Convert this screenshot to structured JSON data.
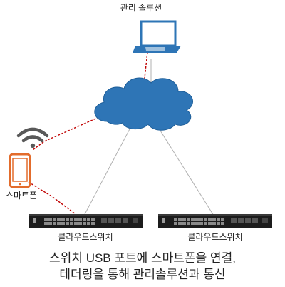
{
  "diagram": {
    "laptop_label": "관리 솔루션",
    "phone_label": "스마트폰",
    "switch_left_label": "클라우드스위치",
    "switch_right_label": "클라우드스위치",
    "caption_line1": "스위치 USB 포트에 스마트폰을 연결,",
    "caption_line2": "테더링을 통해 관리솔루션과 통신"
  },
  "colors": {
    "laptop_blue": "#2e75b6",
    "phone_orange": "#e36c2c",
    "cloud_fill": "#2e75b6",
    "wifi_gray": "#595959",
    "link_red": "#c00000",
    "link_gray": "#b0b0b0",
    "switch_body": "#1c1c1c"
  },
  "icons": [
    "laptop-icon",
    "cloud-icon",
    "wifi-icon",
    "smartphone-icon",
    "switch-icon"
  ]
}
